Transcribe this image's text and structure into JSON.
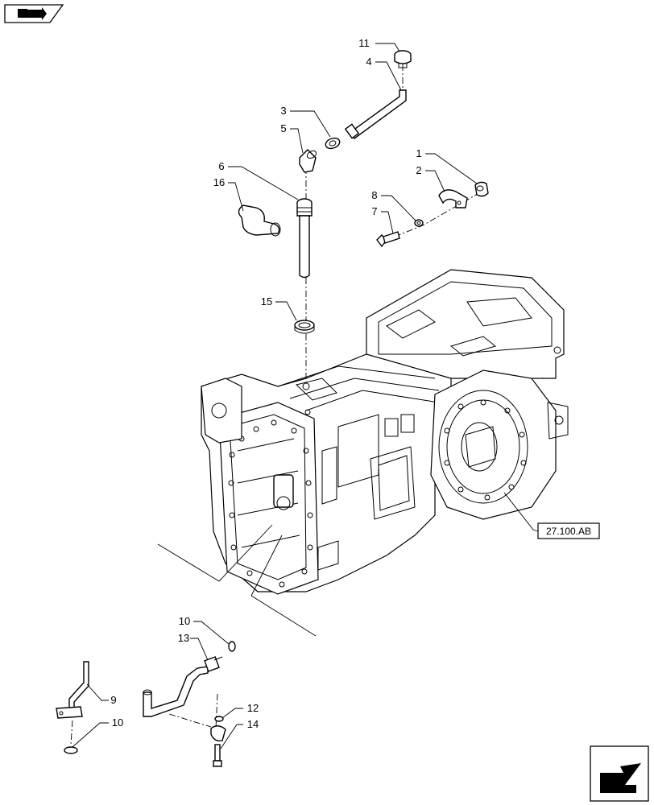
{
  "diagram": {
    "reference_label": "27.100.AB",
    "callouts": {
      "c1": "1",
      "c2": "2",
      "c3": "3",
      "c4": "4",
      "c5": "5",
      "c6": "6",
      "c7": "7",
      "c8": "8",
      "c9": "9",
      "c10a": "10",
      "c10b": "10",
      "c11": "11",
      "c12": "12",
      "c13": "13",
      "c14": "14",
      "c15": "15",
      "c16": "16"
    },
    "icons": {
      "top_left": "previous-page-arrow-icon",
      "bottom_right": "next-page-arrow-icon"
    },
    "colors": {
      "line": "#000000",
      "background": "#ffffff"
    }
  }
}
